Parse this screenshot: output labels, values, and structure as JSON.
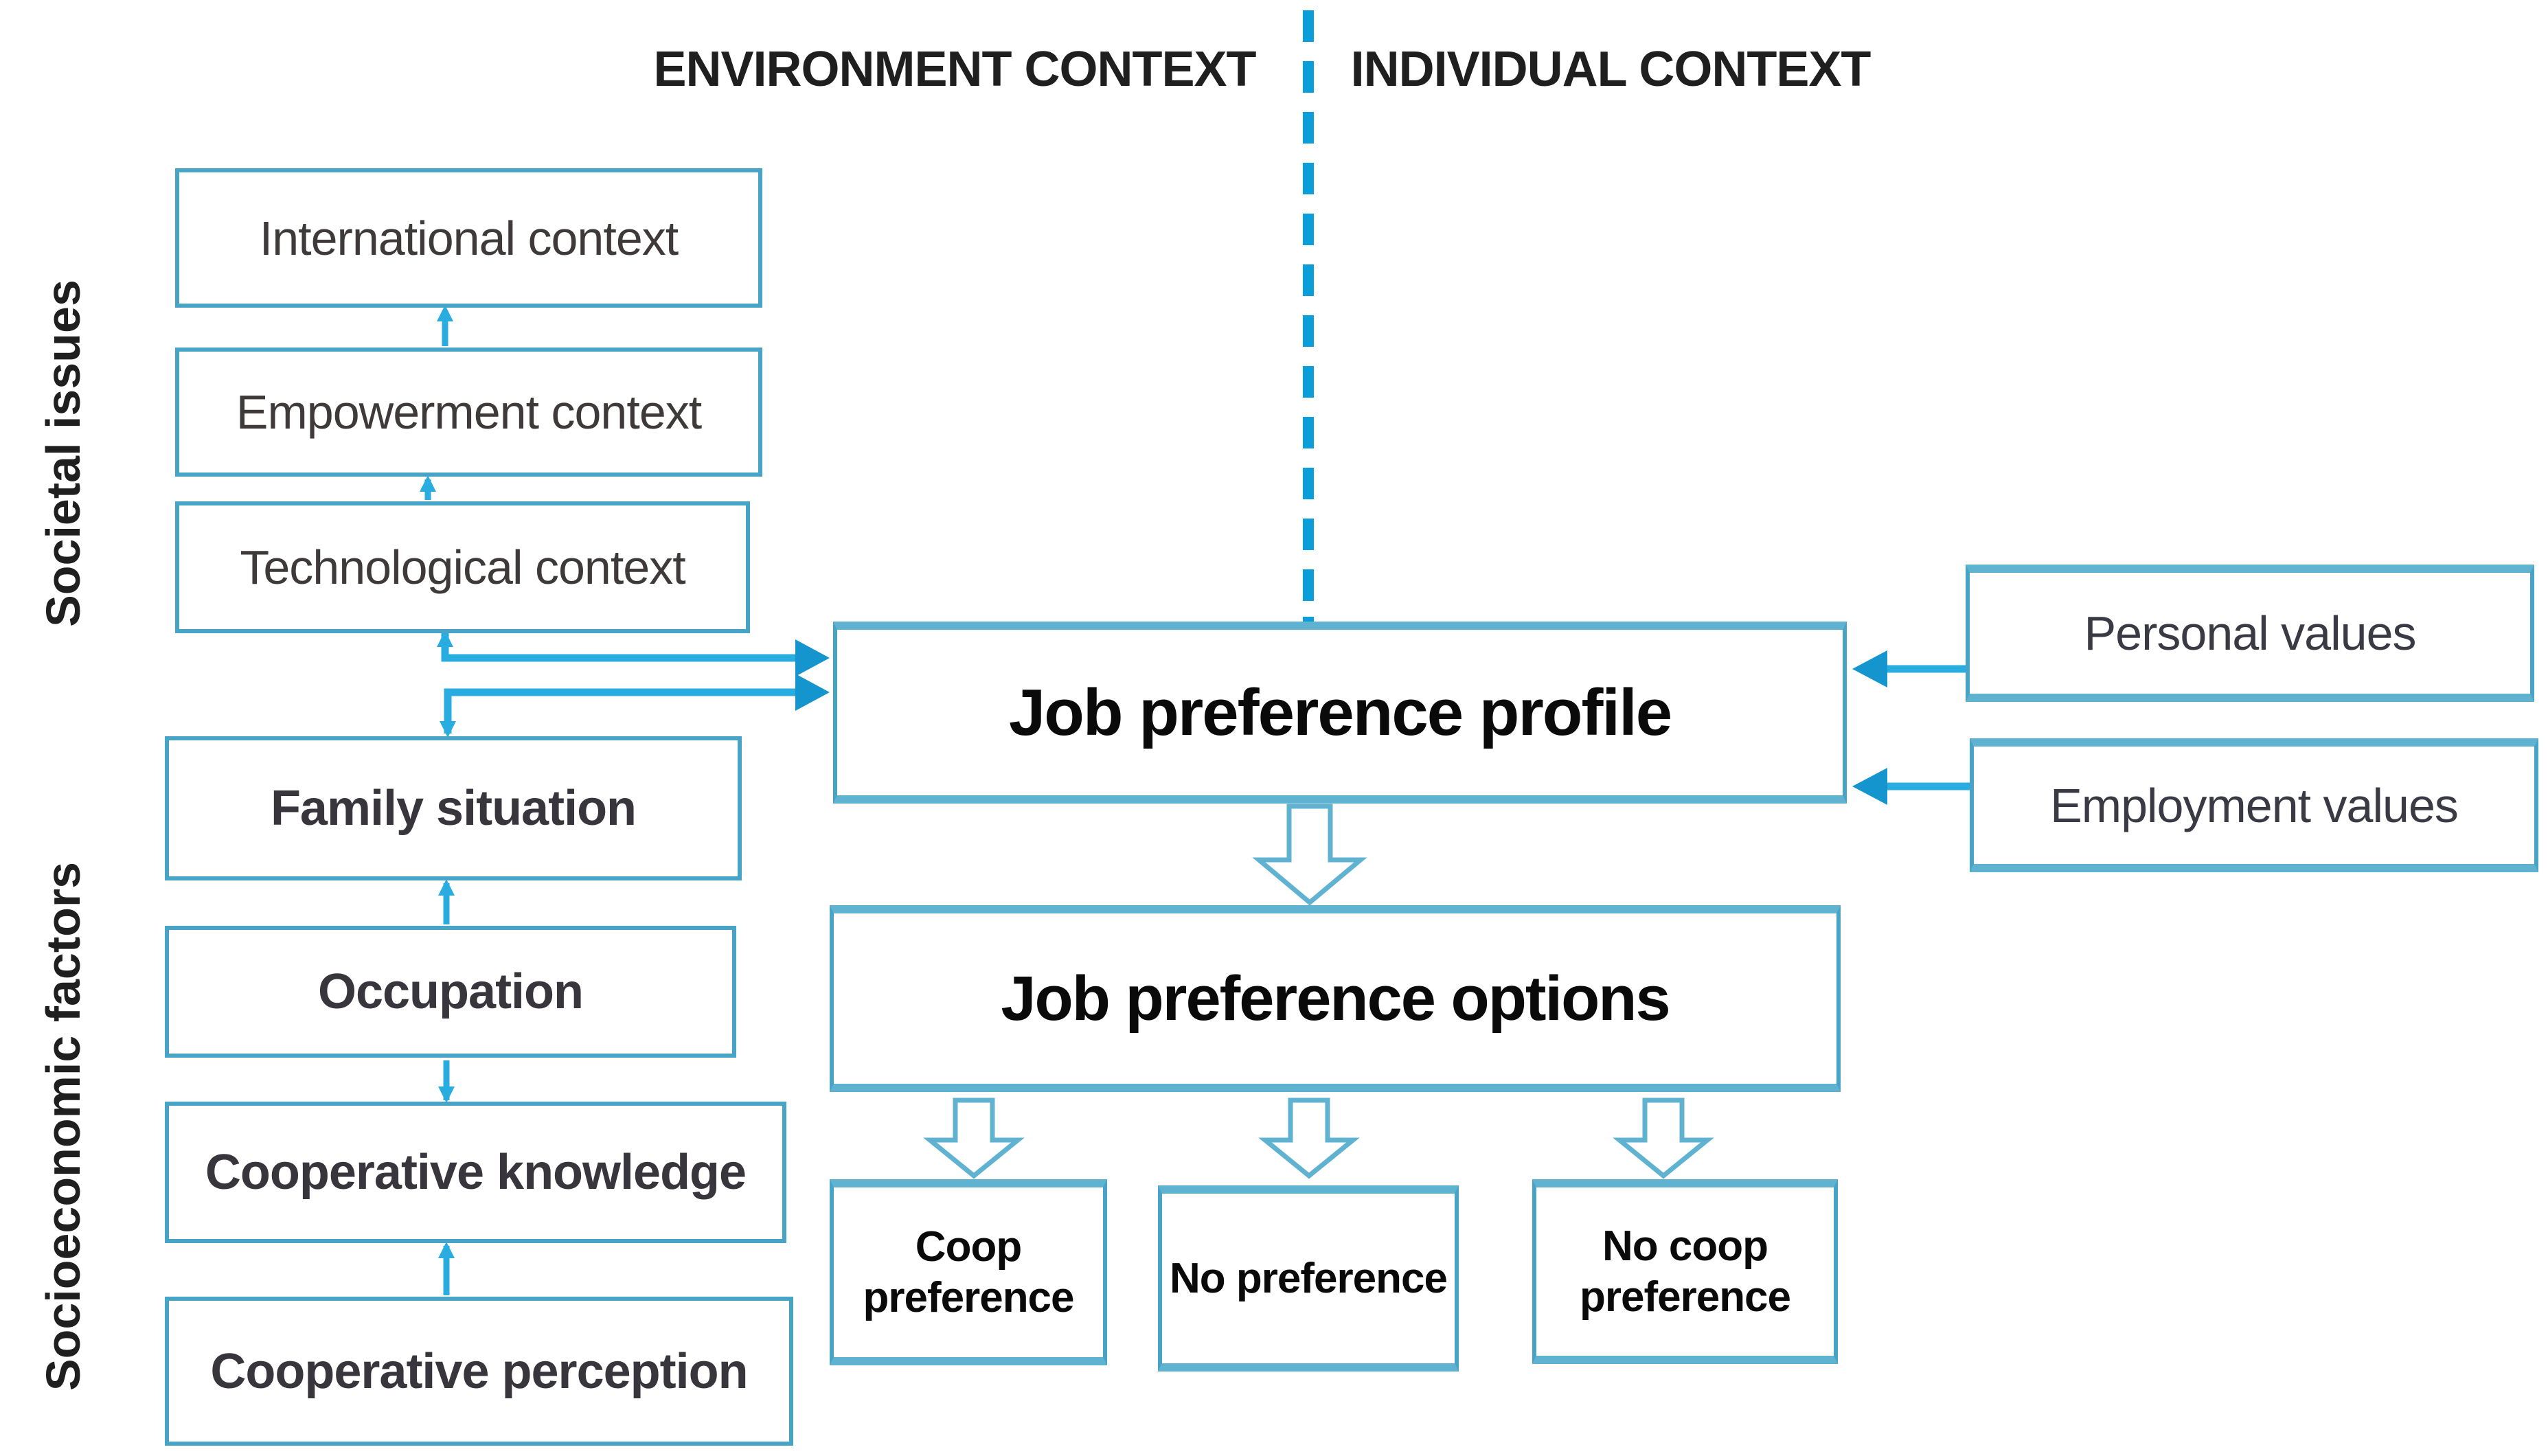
{
  "figure": {
    "headers": {
      "environment": "ENVIRONMENT CONTEXT",
      "individual": "INDIVIDUAL CONTEXT"
    },
    "side_labels": {
      "societal": "Societal issues",
      "socioeconomic": "Socioeconomic factors"
    },
    "societal_boxes": [
      "International context",
      "Empowerment context",
      "Technological context"
    ],
    "socioeconomic_boxes": [
      "Family situation",
      "Occupation",
      "Cooperative knowledge",
      "Cooperative perception"
    ],
    "center_boxes": {
      "profile": "Job preference profile",
      "options": "Job preference options"
    },
    "individual_boxes": [
      "Personal values",
      "Employment values"
    ],
    "outcome_boxes": [
      "Coop preference",
      "No preference",
      "No coop preference"
    ]
  },
  "colors": {
    "border": "#47a4c6",
    "edge": "#5fb2d0",
    "connector": "#29ace0",
    "dashed": "#0a9fdb",
    "arrowhead": "#1495ce",
    "heading": "#1f1f1f",
    "label": "#3e3a39",
    "strong": "#0a0a0a"
  }
}
